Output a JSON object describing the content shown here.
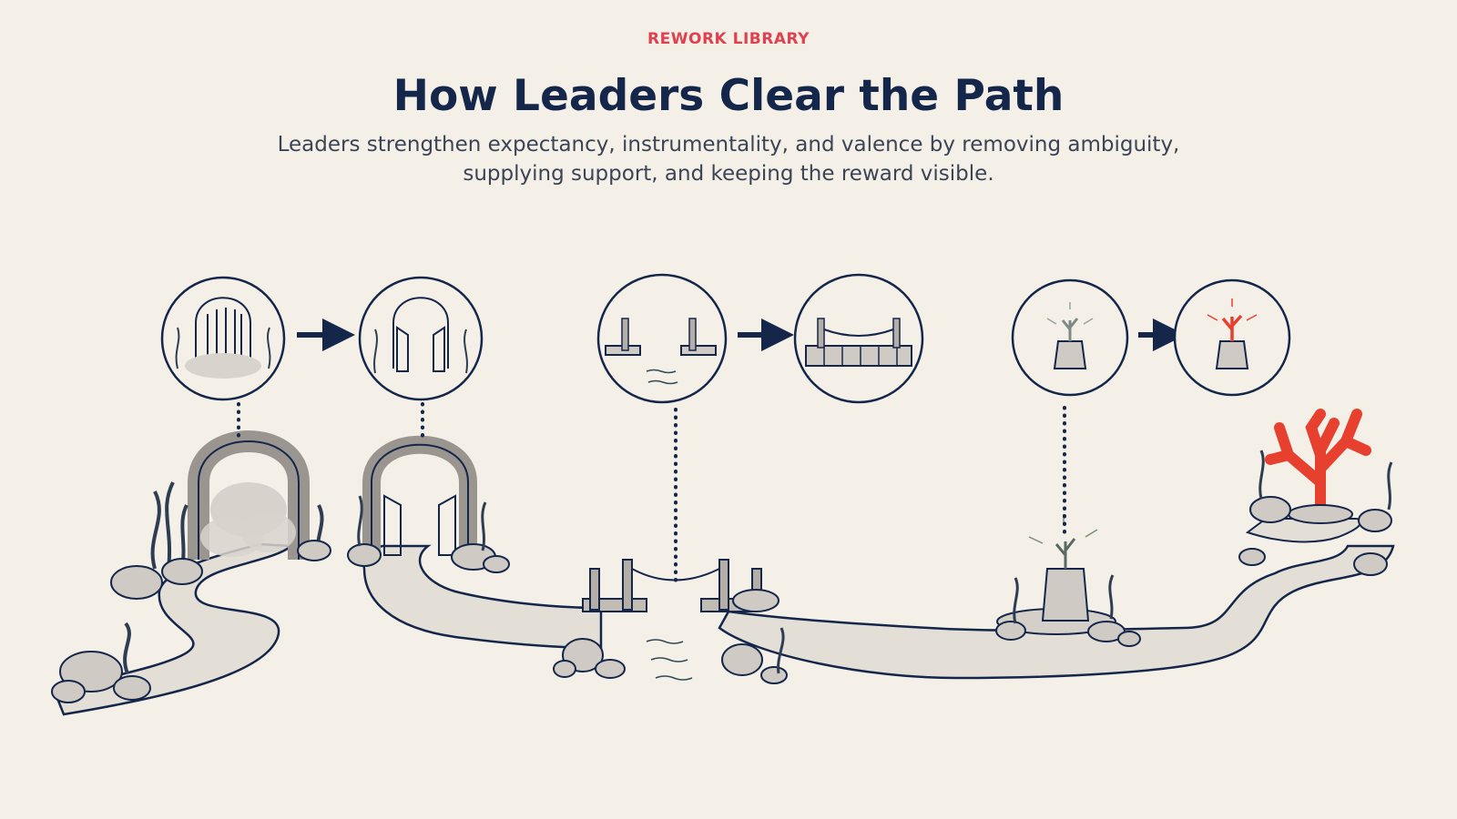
{
  "header": {
    "eyebrow": "REWORK LIBRARY",
    "title": "How Leaders Clear the Path",
    "subtitle": "Leaders strengthen expectancy, instrumentality, and valence by removing ambiguity, supplying support, and keeping the reward visible."
  },
  "colors": {
    "background": "#f4f0e8",
    "ink": "#14264a",
    "accent": "#e0414f",
    "coral": "#f0533f",
    "stone": "#d9d4cc",
    "seaweed": "#2e3d52"
  },
  "stages": [
    {
      "id": "ambiguity",
      "before_icon": "closed-foggy-gate-icon",
      "after_icon": "open-gate-icon"
    },
    {
      "id": "support",
      "before_icon": "broken-bridge-icon",
      "after_icon": "complete-bridge-icon"
    },
    {
      "id": "reward",
      "before_icon": "dim-coral-pedestal-icon",
      "after_icon": "bright-coral-pedestal-icon"
    }
  ]
}
